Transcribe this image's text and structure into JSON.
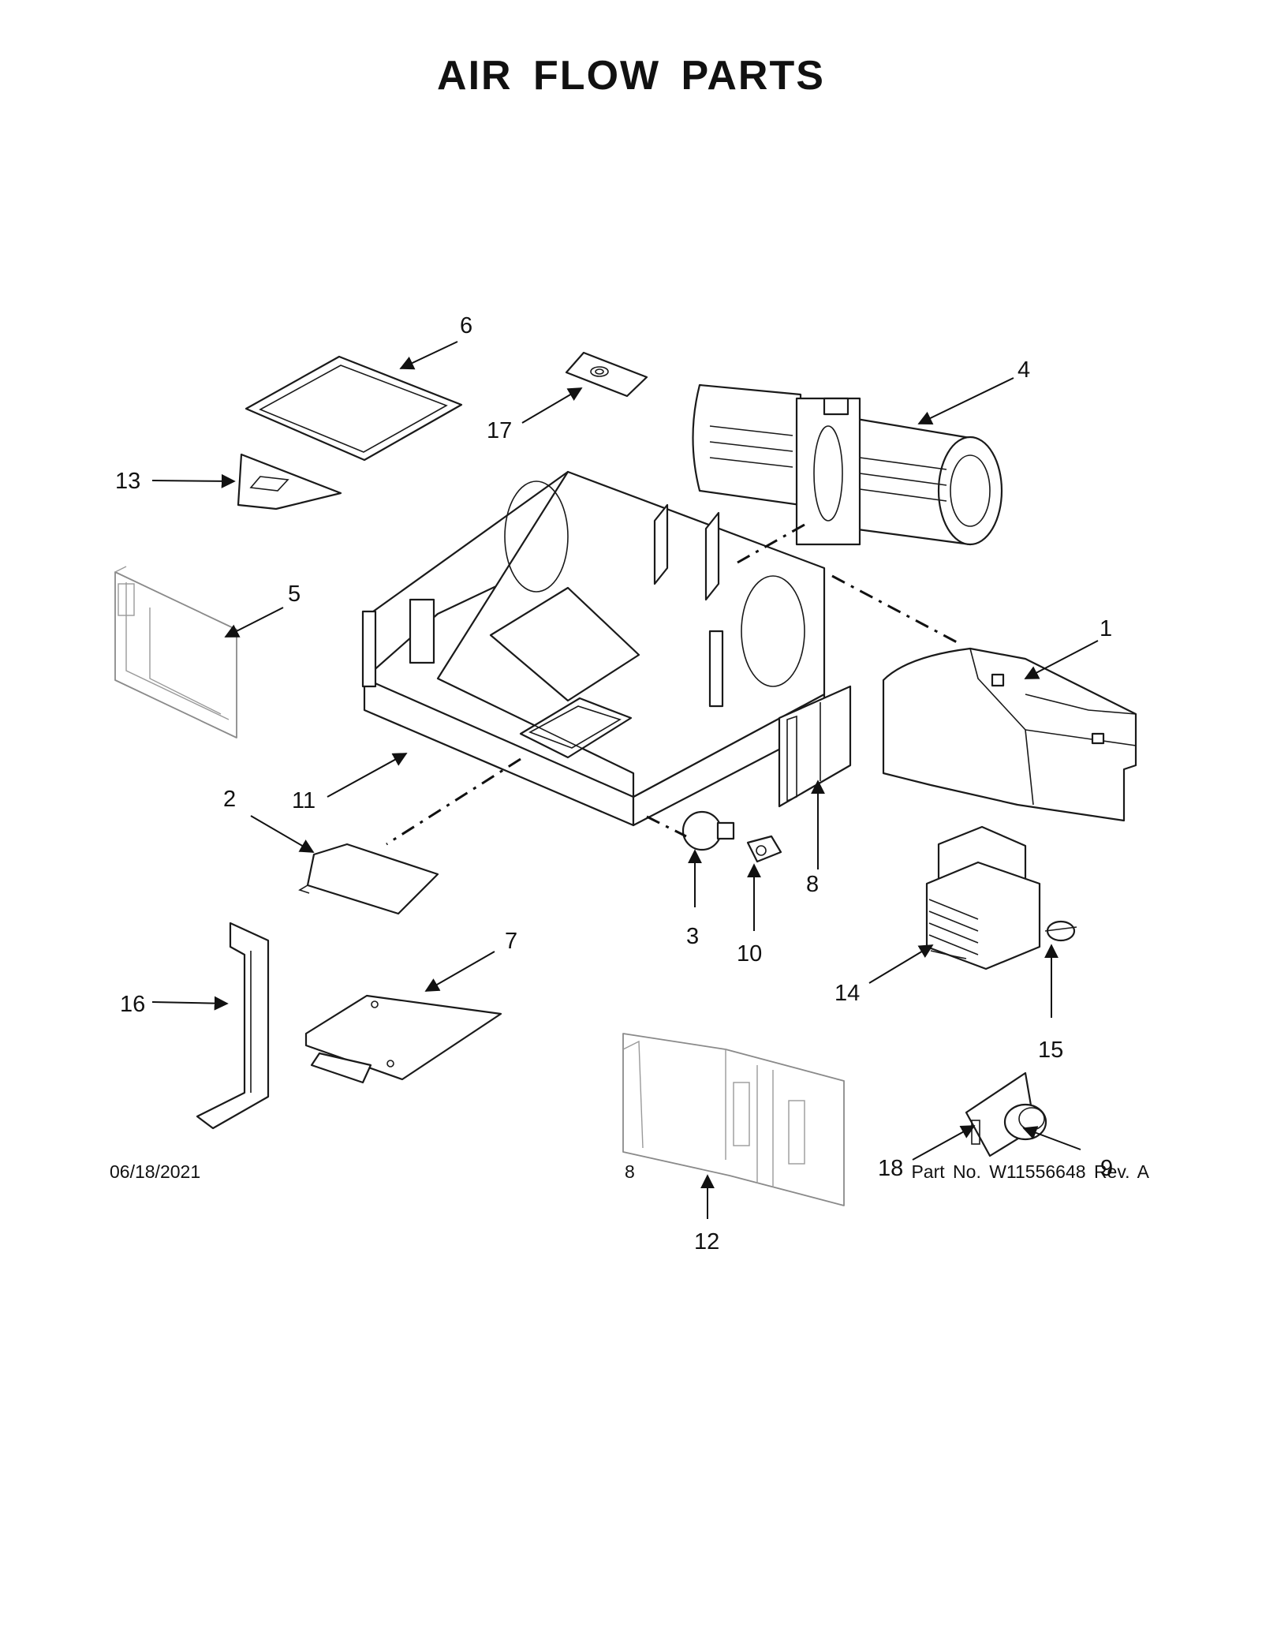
{
  "page": {
    "title": "AIR FLOW PARTS",
    "footer": {
      "date": "06/18/2021",
      "page_number": "8",
      "part_number": "Part No.  W11556648  Rev.  A"
    }
  },
  "callouts": [
    "1",
    "2",
    "3",
    "4",
    "5",
    "6",
    "7",
    "8",
    "9",
    "10",
    "11",
    "12",
    "13",
    "14",
    "15",
    "16",
    "17",
    "18"
  ]
}
